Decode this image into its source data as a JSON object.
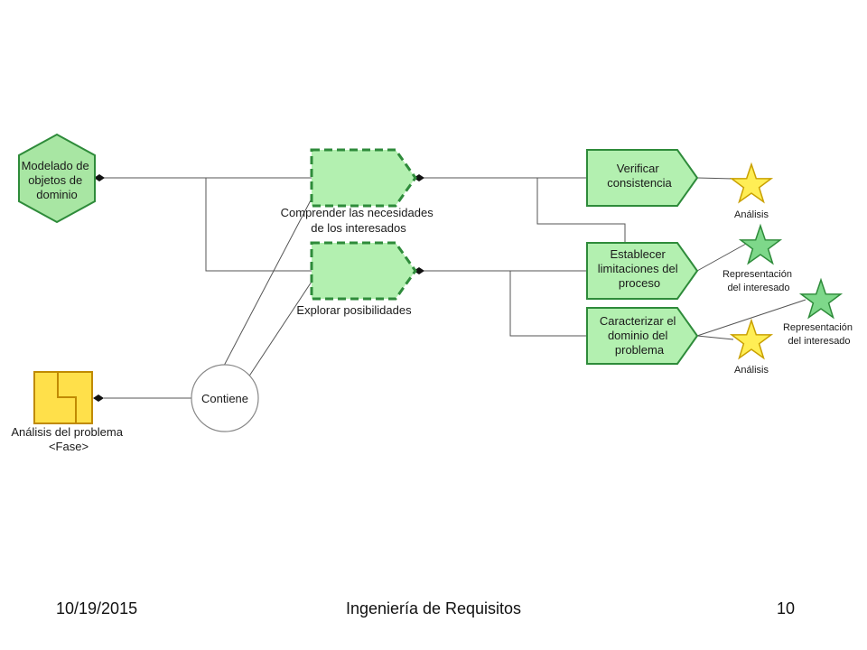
{
  "diagram": {
    "nodes": {
      "modelado": {
        "lines": [
          "Modelado de",
          "objetos de",
          "dominio"
        ]
      },
      "comprender": {
        "lines": [
          "Comprender las necesidades",
          "de los interesados"
        ]
      },
      "explorar": {
        "lines": [
          "Explorar posibilidades"
        ]
      },
      "verificar": {
        "lines": [
          "Verificar",
          "consistencia"
        ]
      },
      "establecer": {
        "lines": [
          "Establecer",
          "limitaciones del",
          "proceso"
        ]
      },
      "caracterizar": {
        "lines": [
          "Caracterizar el",
          "dominio del",
          "problema"
        ]
      },
      "analisis_fase": {
        "lines": [
          "Análisis del problema",
          "<Fase>"
        ]
      },
      "contiene": {
        "lines": [
          "Contiene"
        ]
      },
      "star_analisis_1": {
        "lines": [
          "Análisis"
        ]
      },
      "star_repr_1": {
        "lines": [
          "Representación",
          "del interesado"
        ]
      },
      "star_repr_2": {
        "lines": [
          "Representación",
          "del interesado"
        ]
      },
      "star_analisis_2": {
        "lines": [
          "Análisis"
        ]
      }
    },
    "colors": {
      "hexagon_fill": "#a8e6a3",
      "hexagon_stroke": "#2e8b3a",
      "pentagon_fill": "#b3f0b0",
      "pentagon_stroke": "#2e8b3a",
      "star_yellow": "#ffee55",
      "star_yellow_stroke": "#c9a000",
      "star_green": "#7ed88a",
      "star_green_stroke": "#2e8b3a",
      "phase_fill": "#ffe04a",
      "phase_stroke": "#c08a00"
    }
  },
  "footer": {
    "date": "10/19/2015",
    "title": "Ingeniería de Requisitos",
    "page": "10"
  }
}
